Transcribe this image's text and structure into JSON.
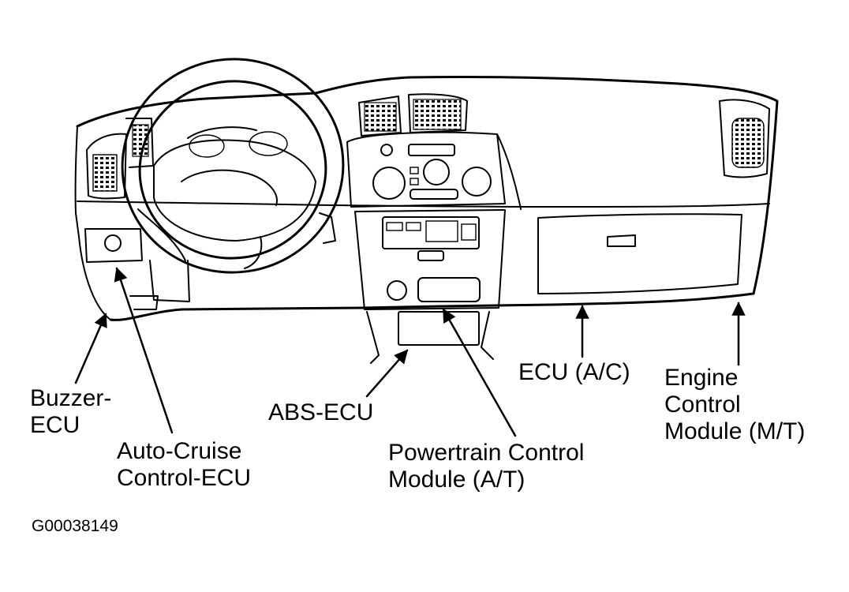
{
  "figure_code": "G00038149",
  "callouts": {
    "buzzer": [
      "Buzzer-",
      "ECU"
    ],
    "auto_cruise": [
      "Auto-Cruise",
      "Control-ECU"
    ],
    "abs": [
      "ABS-ECU"
    ],
    "powertrain": [
      "Powertrain Control",
      "Module (A/T)"
    ],
    "ecu_ac": [
      "ECU (A/C)"
    ],
    "engine": [
      "Engine",
      "Control",
      "Module (M/T)"
    ]
  }
}
